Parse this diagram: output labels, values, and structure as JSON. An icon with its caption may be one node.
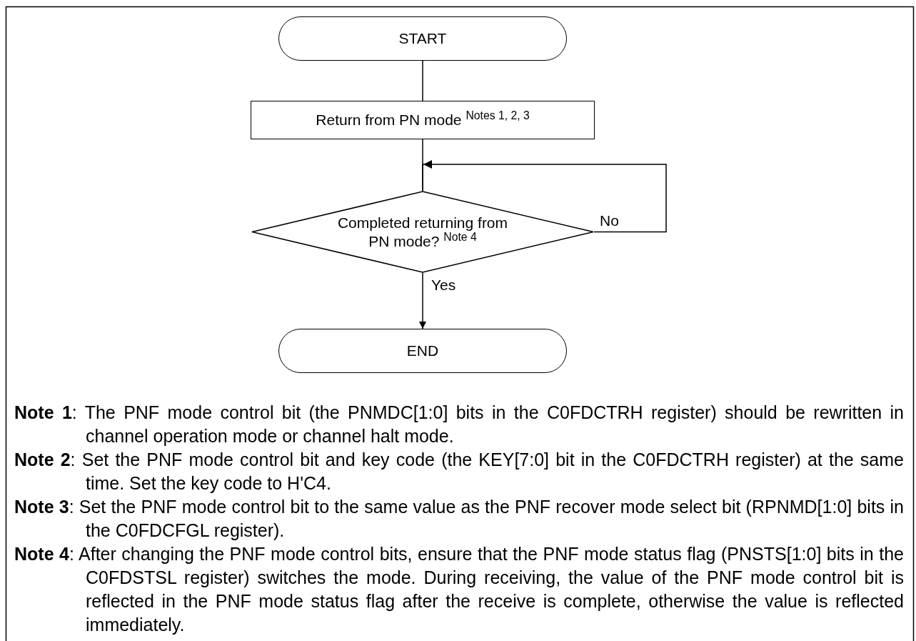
{
  "diagram": {
    "nodes": [
      {
        "text": [
          "START"
        ]
      },
      {
        "text": [
          "Return from PN mode $^{Notes 1, 2, 3}$"
        ]
      },
      {
        "text": [
          "Completed returning from PN mode? $^{Note 4}$"
        ]
      },
      {
        "text": [
          "END"
        ]
      }
    ],
    "edges": [
      {
        "from": 0,
        "to": 1,
        "arrow": "none"
      },
      {
        "from": 1,
        "to": 2,
        "arrow": "none"
      },
      {
        "from": 2,
        "to": 2,
        "arrow": "to",
        "label": "No"
      },
      {
        "from": 2,
        "to": 3,
        "arrow": "to",
        "label": "Yes"
      }
    ],
    "labels": [
      "**Note 1**: The PNF mode control bit (the PNMDC[1:0] bits in the C0FDCTRH register) should be rewritten in channel operation mode or channel halt mode.",
      "**Note 2**: Set the PNF mode control bit and key code (the KEY[7:0] bit in the C0FDCTRH register) at the same time. Set the key code to H'C4.",
      "**Note 3**: Set the PNF mode control bit to the same value as the PNF recover mode select bit (RPNMD[1:0] bits in the C0FDCFGL register).",
      "**Note 4**: After changing the PNF mode control bits, ensure that the PNF mode status flag (PNSTS[1:0] bits in the C0FDSTSL register) switches the mode. During receiving, the value of the PNF mode control bit is reflected in the PNF mode status flag after the receive is complete, otherwise the value is reflected immediately."
    ]
  }
}
